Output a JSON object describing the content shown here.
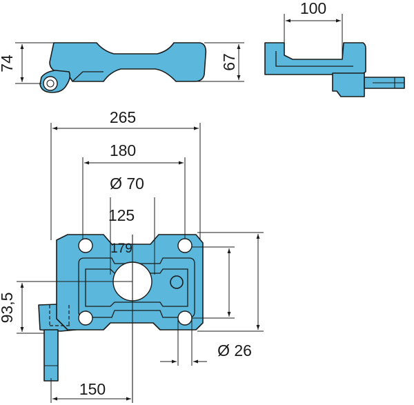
{
  "dimensions": {
    "width_100": "100",
    "height_74": "74",
    "height_67": "67",
    "width_265": "265",
    "width_180": "180",
    "diameter_70": "Ø 70",
    "width_125": "125",
    "width_179": "179",
    "height_93_5": "93,5",
    "width_150": "150",
    "diameter_26": "Ø 26"
  },
  "colors": {
    "part_fill": "#5bb8dc",
    "outline": "#1a1a1a",
    "background": "#ffffff"
  }
}
